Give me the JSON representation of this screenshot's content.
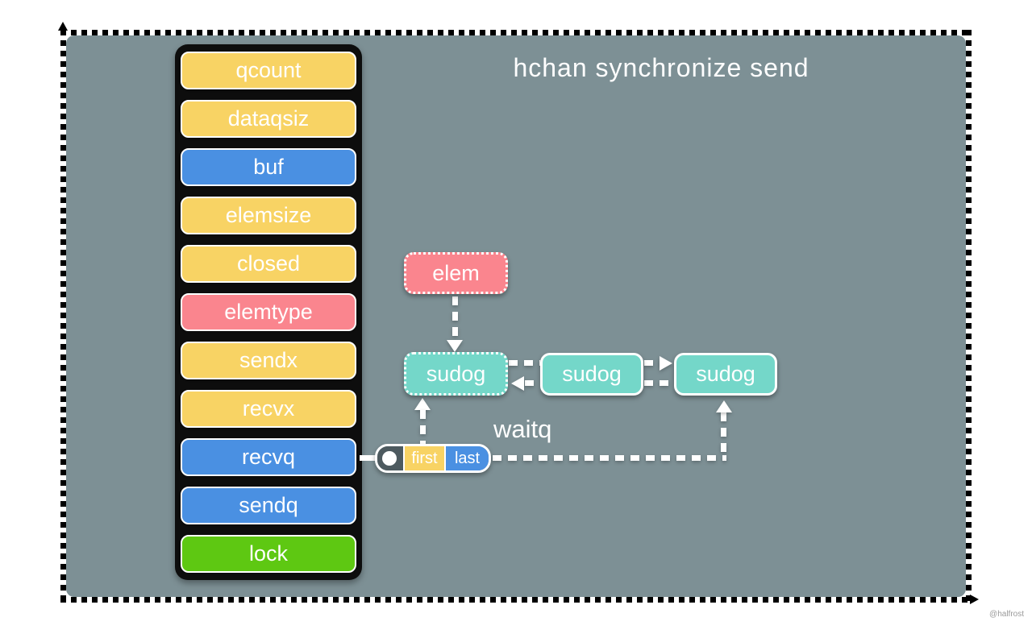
{
  "title": "hchan synchronize send",
  "watermark": "@halfrost",
  "colors": {
    "background": "#7d9095",
    "yellow": "#f8d364",
    "blue": "#4a90e2",
    "pink": "#fa858e",
    "green": "#5ec812",
    "teal": "#74d7c9",
    "dark": "#4d5a5f"
  },
  "hchan_fields": [
    {
      "label": "qcount",
      "color": "yellow"
    },
    {
      "label": "dataqsiz",
      "color": "yellow"
    },
    {
      "label": "buf",
      "color": "blue"
    },
    {
      "label": "elemsize",
      "color": "yellow"
    },
    {
      "label": "closed",
      "color": "yellow"
    },
    {
      "label": "elemtype",
      "color": "pink"
    },
    {
      "label": "sendx",
      "color": "yellow"
    },
    {
      "label": "recvx",
      "color": "yellow"
    },
    {
      "label": "recvq",
      "color": "blue"
    },
    {
      "label": "sendq",
      "color": "blue"
    },
    {
      "label": "lock",
      "color": "green"
    }
  ],
  "elem": {
    "label": "elem"
  },
  "sudogs": [
    {
      "label": "sudog"
    },
    {
      "label": "sudog"
    },
    {
      "label": "sudog"
    }
  ],
  "waitq": {
    "label": "waitq",
    "first": "first",
    "last": "last"
  }
}
